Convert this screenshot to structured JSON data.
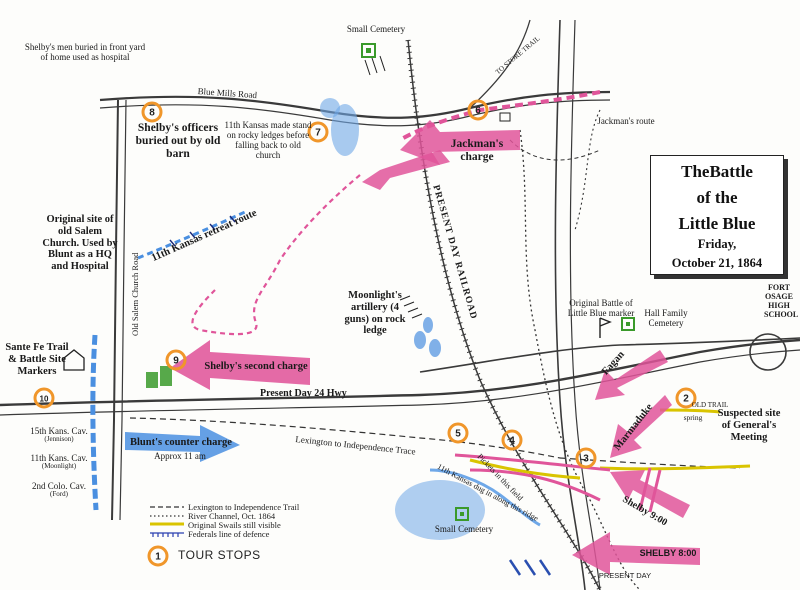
{
  "title": {
    "line1": "TheBattle",
    "line2": "of the",
    "line3": "Little Blue",
    "line4": "Friday,",
    "line5": "October 21, 1864"
  },
  "roads": {
    "blue_mills": "Blue Mills Road",
    "hwy24": "Present Day 24 Hwy",
    "old_salem": "Old Salem Church Road",
    "railroad": "PRESENT DAY RAILROAD",
    "trace": "Lexington to Independence Trace",
    "to_store": "TO STORE TRAIL"
  },
  "labels": {
    "small_cemetery_top": "Small Cemetery",
    "shelby_buried": "Shelby's men buried in front yard of home used as hospital",
    "officers_buried": "Shelby's officers buried out by old barn",
    "kansas_stand": "11th Kansas made stand on rocky ledges before falling back to old church",
    "jackman_charge": "Jackman's charge",
    "jackman_route": "Jackman's route",
    "kansas_retreat": "11th Kansas retreat route",
    "salem_church": "Original site of old Salem Church. Used by Blunt as a HQ and Hospital",
    "santa_fe": "Sante Fe Trail & Battle Site Markers",
    "moonlight_artillery": "Moonlight's artillery (4 guns) on rock ledge",
    "shelby_second": "Shelby's second charge",
    "marker": "Original Battle of Little Blue marker",
    "hall_cemetery": "Hall Family Cemetery",
    "fort_osage": "FORT OSAGE HIGH SCHOOL",
    "fagan": "Fagan",
    "marmaduke": "Marmaduke",
    "suspected_site": "Suspected site of General's Meeting",
    "old_trail": "OLD TRAIL",
    "spring": "spring",
    "blunt_counter": "Blunt's counter charge",
    "approx_time": "Approx 11 am",
    "kans15": "15th Kans. Cav.",
    "kans15_sub": "(Jennison)",
    "kans11": "11th Kans. Cav.",
    "kans11_sub": "(Moonlight)",
    "colo2": "2nd Colo. Cav.",
    "colo2_sub": "(Ford)",
    "kansas_dug": "11th Kansas dug in along this ridge",
    "pickets": "Pickets in this field",
    "shelby_900": "Shelby 9:00",
    "shelby_800": "SHELBY 8:00",
    "present_day": "PRESENT DAY",
    "small_cemetery_bottom": "Small Cemetery"
  },
  "legend": [
    {
      "label": "Lexington to Independence Trail",
      "style": "dashed",
      "color": "#333333"
    },
    {
      "label": "River Channel, Oct. 1864",
      "style": "dotted",
      "color": "#333333"
    },
    {
      "label": "Original Swails still visible",
      "style": "double",
      "color": "#d9c400"
    },
    {
      "label": "Federals line of defence",
      "style": "ticks",
      "color": "#2a3fb0"
    }
  ],
  "tour_stops_label": "TOUR STOPS",
  "tour_stops": [
    {
      "number": "10"
    },
    {
      "number": "9"
    },
    {
      "number": "8"
    },
    {
      "number": "7"
    },
    {
      "number": "6"
    },
    {
      "number": "5"
    },
    {
      "number": "4"
    },
    {
      "number": "3"
    },
    {
      "number": "2"
    },
    {
      "number": "1"
    }
  ],
  "colors": {
    "confederate": "#e0559a",
    "federal": "#4a8fe0",
    "tour_stop": "#f0962a",
    "cemetery": "#3a9a2a",
    "road": "#3a3a3a"
  }
}
